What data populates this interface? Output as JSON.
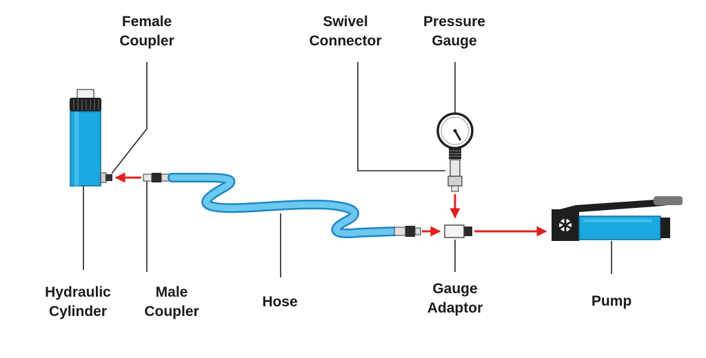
{
  "colors": {
    "component_blue": "#1aa9e0",
    "hose_blue": "#5bbfe8",
    "hose_edge": "#1c86c6",
    "flow_arrow": "#e02020",
    "leader_line": "#222222",
    "metal": "#d8d8d8",
    "text": "#1a1a1a"
  },
  "labels": {
    "female_coupler": [
      "Female",
      "Coupler"
    ],
    "swivel_connector": [
      "Swivel",
      "Connector"
    ],
    "pressure_gauge": [
      "Pressure",
      "Gauge"
    ],
    "hydraulic_cylinder": [
      "Hydraulic",
      "Cylinder"
    ],
    "male_coupler": [
      "Male",
      "Coupler"
    ],
    "hose": [
      "Hose"
    ],
    "gauge_adaptor": [
      "Gauge",
      "Adaptor"
    ],
    "pump": [
      "Pump"
    ]
  },
  "icons": {
    "cylinder": "hydraulic-cylinder-icon",
    "gauge": "pressure-gauge-icon",
    "pump": "hand-pump-icon",
    "hose": "hose-icon",
    "arrow": "flow-arrow-icon"
  }
}
